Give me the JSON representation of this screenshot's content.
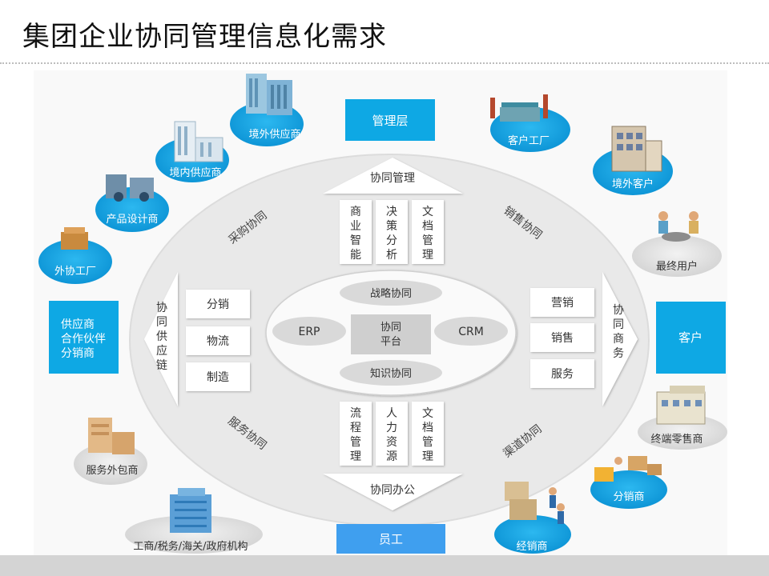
{
  "title": "集团企业协同管理信息化需求",
  "top_box": "管理层",
  "bottom_box": "员工",
  "left_box": [
    "供应商",
    "合作伙伴",
    "分销商"
  ],
  "right_box": "客户",
  "arrows": {
    "top": "协同管理",
    "bottom": "协同办公",
    "left": [
      "协",
      "同",
      "供",
      "应",
      "链"
    ],
    "right": [
      "协",
      "同",
      "商",
      "务"
    ]
  },
  "top_modules": [
    [
      "商",
      "业",
      "智",
      "能"
    ],
    [
      "决",
      "策",
      "分",
      "析"
    ],
    [
      "文",
      "档",
      "管",
      "理"
    ]
  ],
  "bottom_modules": [
    [
      "流",
      "程",
      "管",
      "理"
    ],
    [
      "人",
      "力",
      "资",
      "源"
    ],
    [
      "文",
      "档",
      "管",
      "理"
    ]
  ],
  "left_modules": [
    "分销",
    "物流",
    "制造"
  ],
  "right_modules": [
    "营销",
    "销售",
    "服务"
  ],
  "center": {
    "platform": [
      "协同",
      "平台"
    ],
    "top": "战略协同",
    "bottom": "知识协同",
    "left": "ERP",
    "right": "CRM"
  },
  "quadrants": {
    "top_left": "采购协同",
    "top_right": "销售协同",
    "bottom_left": "服务协同",
    "bottom_right": "渠道协同"
  },
  "stakeholders": {
    "overseas_supplier": "境外供应商",
    "domestic_supplier": "境内供应商",
    "product_designer": "产品设计商",
    "outsourced_factory": "外协工厂",
    "service_outsourcer": "服务外包商",
    "government": "工商/税务/海关/政府机构",
    "customer_factory": "客户工厂",
    "overseas_customer": "境外客户",
    "end_user": "最终用户",
    "retailer": "终端零售商",
    "distributor": "分销商",
    "dealer": "经销商"
  },
  "colors": {
    "accent": "#0ea8e4",
    "button_blue": "#3f9fef",
    "ellipse": "#e9e9e9",
    "module_bg": "#ffffff",
    "center_oval": "#d9d9d9",
    "platform": "#cfcfcf"
  }
}
